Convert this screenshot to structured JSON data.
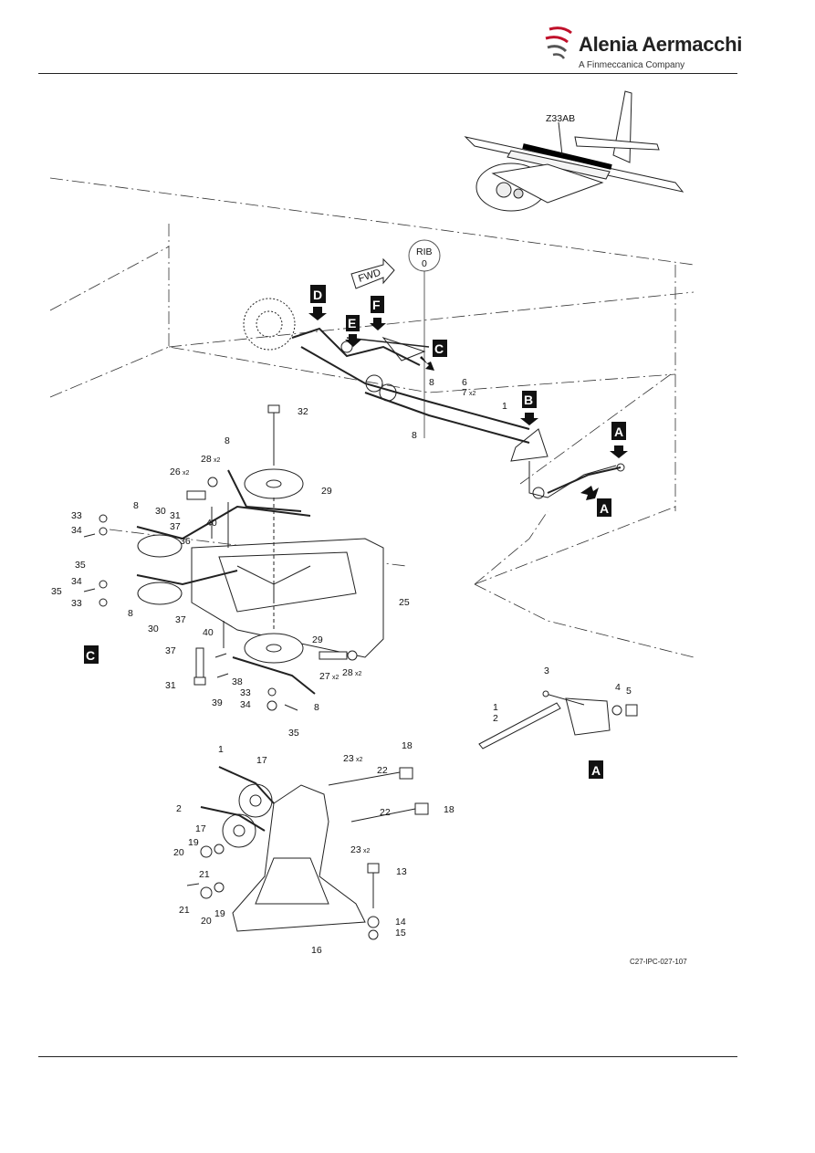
{
  "header": {
    "company_name": "Alenia Aermacchi",
    "company_sub": "A Finmeccanica Company",
    "logo_accent": "#c0102a"
  },
  "figure": {
    "aircraft_zone": "Z33AB",
    "rib_label_1": "RIB",
    "rib_label_2": "0",
    "fwd_label": "FWD",
    "detail_tags": [
      "A",
      "A",
      "B",
      "C",
      "D",
      "E",
      "F",
      "A",
      "C"
    ],
    "callouts": {
      "c1": "1",
      "c2": "2",
      "c3": "3",
      "c4": "4",
      "c5": "5",
      "c6": "6",
      "c7": "7",
      "c8": "8",
      "c13": "13",
      "c14": "14",
      "c15": "15",
      "c16": "16",
      "c17": "17",
      "c18": "18",
      "c19": "19",
      "c20": "20",
      "c21": "21",
      "c22": "22",
      "c23": "23",
      "c25": "25",
      "c26": "26",
      "c27": "27",
      "c28": "28",
      "c29": "29",
      "c30": "30",
      "c31": "31",
      "c32": "32",
      "c33": "33",
      "c34": "34",
      "c35": "35",
      "c36": "36",
      "c37": "37",
      "c38": "38",
      "c39": "39",
      "c40": "40",
      "x2": "x2"
    },
    "drawing_ref": "C27-IPC-027-107"
  }
}
